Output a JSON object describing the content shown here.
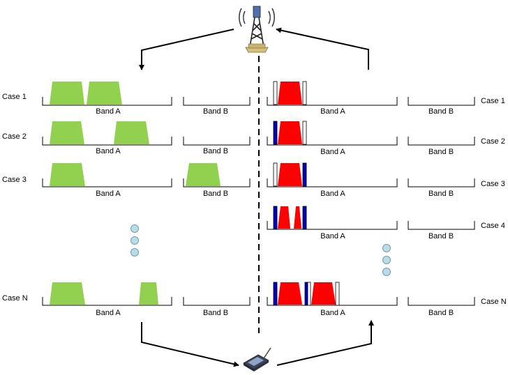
{
  "labels": {
    "band_a": "Band A",
    "band_b": "Band B"
  },
  "colors": {
    "green": "#92d050",
    "red": "#ff0000",
    "blue": "#0000c0",
    "dot": "#b7dde8",
    "line": "#000000"
  },
  "icons": {
    "tower": "cell-tower-icon",
    "device": "mobile-device-icon"
  },
  "left_cases": [
    {
      "label": "Case 1"
    },
    {
      "label": "Case 2"
    },
    {
      "label": "Case 3"
    },
    {
      "label": "Case N"
    }
  ],
  "right_cases": [
    {
      "label": "Case 1"
    },
    {
      "label": "Case 2"
    },
    {
      "label": "Case 3"
    },
    {
      "label": "Case 4"
    },
    {
      "label": "Case N"
    }
  ]
}
